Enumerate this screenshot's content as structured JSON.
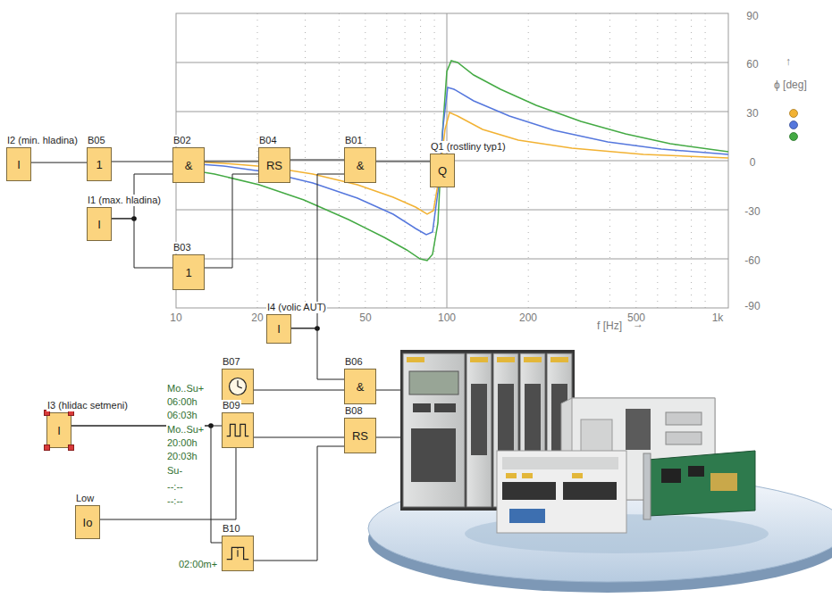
{
  "diagram": {
    "nodes": [
      {
        "text": [
          "I2 (min. hladina)",
          "I"
        ]
      },
      {
        "text": [
          "B05",
          "1"
        ]
      },
      {
        "text": [
          "B02",
          "&"
        ]
      },
      {
        "text": [
          "B04",
          "RS"
        ]
      },
      {
        "text": [
          "B01",
          "&"
        ]
      },
      {
        "text": [
          "Q1 (rostliny typ1)",
          "Q"
        ]
      },
      {
        "text": [
          "I1 (max. hladina)",
          "I"
        ]
      },
      {
        "text": [
          "B03",
          "1"
        ]
      },
      {
        "text": [
          "I4 (volic AUT)",
          "I"
        ]
      },
      {
        "text": [
          "B07"
        ]
      },
      {
        "text": [
          "B06",
          "&"
        ]
      },
      {
        "text": [
          "I3 (hlidac setmeni)",
          "I"
        ]
      },
      {
        "text": [
          "B09"
        ]
      },
      {
        "text": [
          "B08",
          "RS"
        ]
      },
      {
        "text": [
          "Low",
          "Io"
        ]
      },
      {
        "text": [
          "B10"
        ]
      }
    ],
    "edges": [
      {
        "from": 0,
        "to": 1,
        "arrow": "none"
      },
      {
        "from": 1,
        "to": 2,
        "arrow": "none"
      },
      {
        "from": 6,
        "to": 2,
        "arrow": "none"
      },
      {
        "from": 6,
        "to": 7,
        "arrow": "none"
      },
      {
        "from": 2,
        "to": 3,
        "arrow": "none"
      },
      {
        "from": 7,
        "to": 3,
        "arrow": "none"
      },
      {
        "from": 3,
        "to": 4,
        "arrow": "none"
      },
      {
        "from": 8,
        "to": 4,
        "arrow": "none"
      },
      {
        "from": 4,
        "to": 5,
        "arrow": "none"
      },
      {
        "from": 8,
        "to": 10,
        "arrow": "none"
      },
      {
        "from": 9,
        "to": 10,
        "arrow": "none"
      },
      {
        "from": 11,
        "to": 12,
        "arrow": "none"
      },
      {
        "from": 11,
        "to": 15,
        "arrow": "none"
      },
      {
        "from": 12,
        "to": 13,
        "arrow": "none"
      },
      {
        "from": 14,
        "to": 12,
        "arrow": "none"
      },
      {
        "from": 15,
        "to": 13,
        "arrow": "none"
      }
    ],
    "labels": [
      "90",
      "60",
      "30",
      "0",
      "-30",
      "-60",
      "-90",
      "↑",
      "ϕ [deg]",
      "10",
      "20",
      "50",
      "100",
      "200",
      "500",
      "1k",
      "f [Hz]",
      "→",
      "Mo..Su+",
      "06:00h",
      "06:03h",
      "Mo..Su+",
      "20:00h",
      "20:03h",
      "Su-",
      "--:--",
      "--:--",
      "02:00m+"
    ]
  }
}
